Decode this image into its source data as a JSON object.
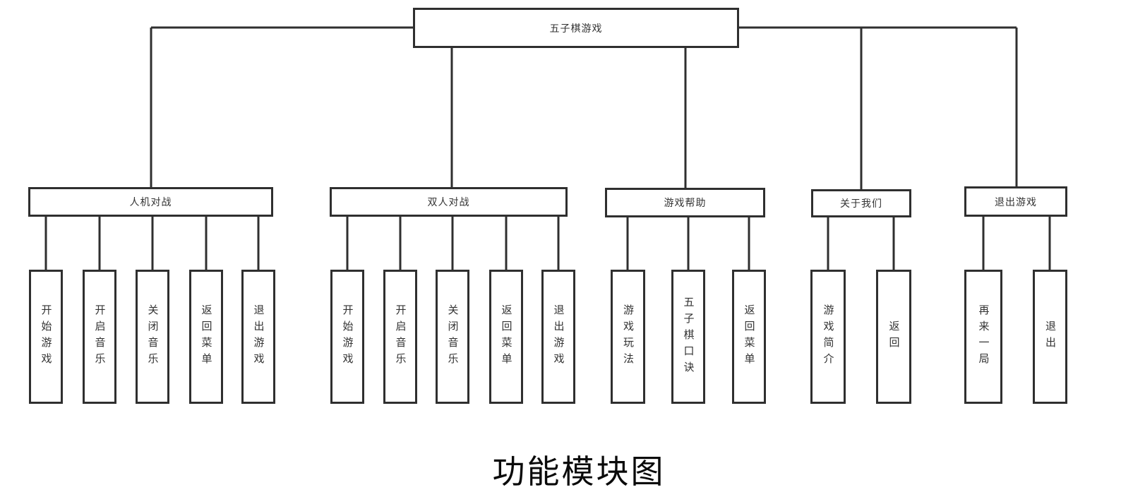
{
  "diagram": {
    "title": "五子棋游戏",
    "caption": "功能模块图",
    "branches": [
      {
        "label": "人机对战",
        "children": [
          {
            "label": "开始游戏"
          },
          {
            "label": "开启音乐"
          },
          {
            "label": "关闭音乐"
          },
          {
            "label": "返回菜单"
          },
          {
            "label": "退出游戏"
          }
        ]
      },
      {
        "label": "双人对战",
        "children": [
          {
            "label": "开始游戏"
          },
          {
            "label": "开启音乐"
          },
          {
            "label": "关闭音乐"
          },
          {
            "label": "返回菜单"
          },
          {
            "label": "退出游戏"
          }
        ]
      },
      {
        "label": "游戏帮助",
        "children": [
          {
            "label": "游戏玩法"
          },
          {
            "label": "五子棋口诀"
          },
          {
            "label": "返回菜单"
          }
        ]
      },
      {
        "label": "关于我们",
        "children": [
          {
            "label": "游戏简介"
          },
          {
            "label": "返回"
          }
        ]
      },
      {
        "label": "退出游戏",
        "children": [
          {
            "label": "再来一局"
          },
          {
            "label": "退出"
          }
        ]
      }
    ],
    "colors": {
      "line": "#2f2f2f",
      "box_border": "#2f2f2f",
      "box_fill": "#ffffff",
      "text": "#333333"
    }
  }
}
